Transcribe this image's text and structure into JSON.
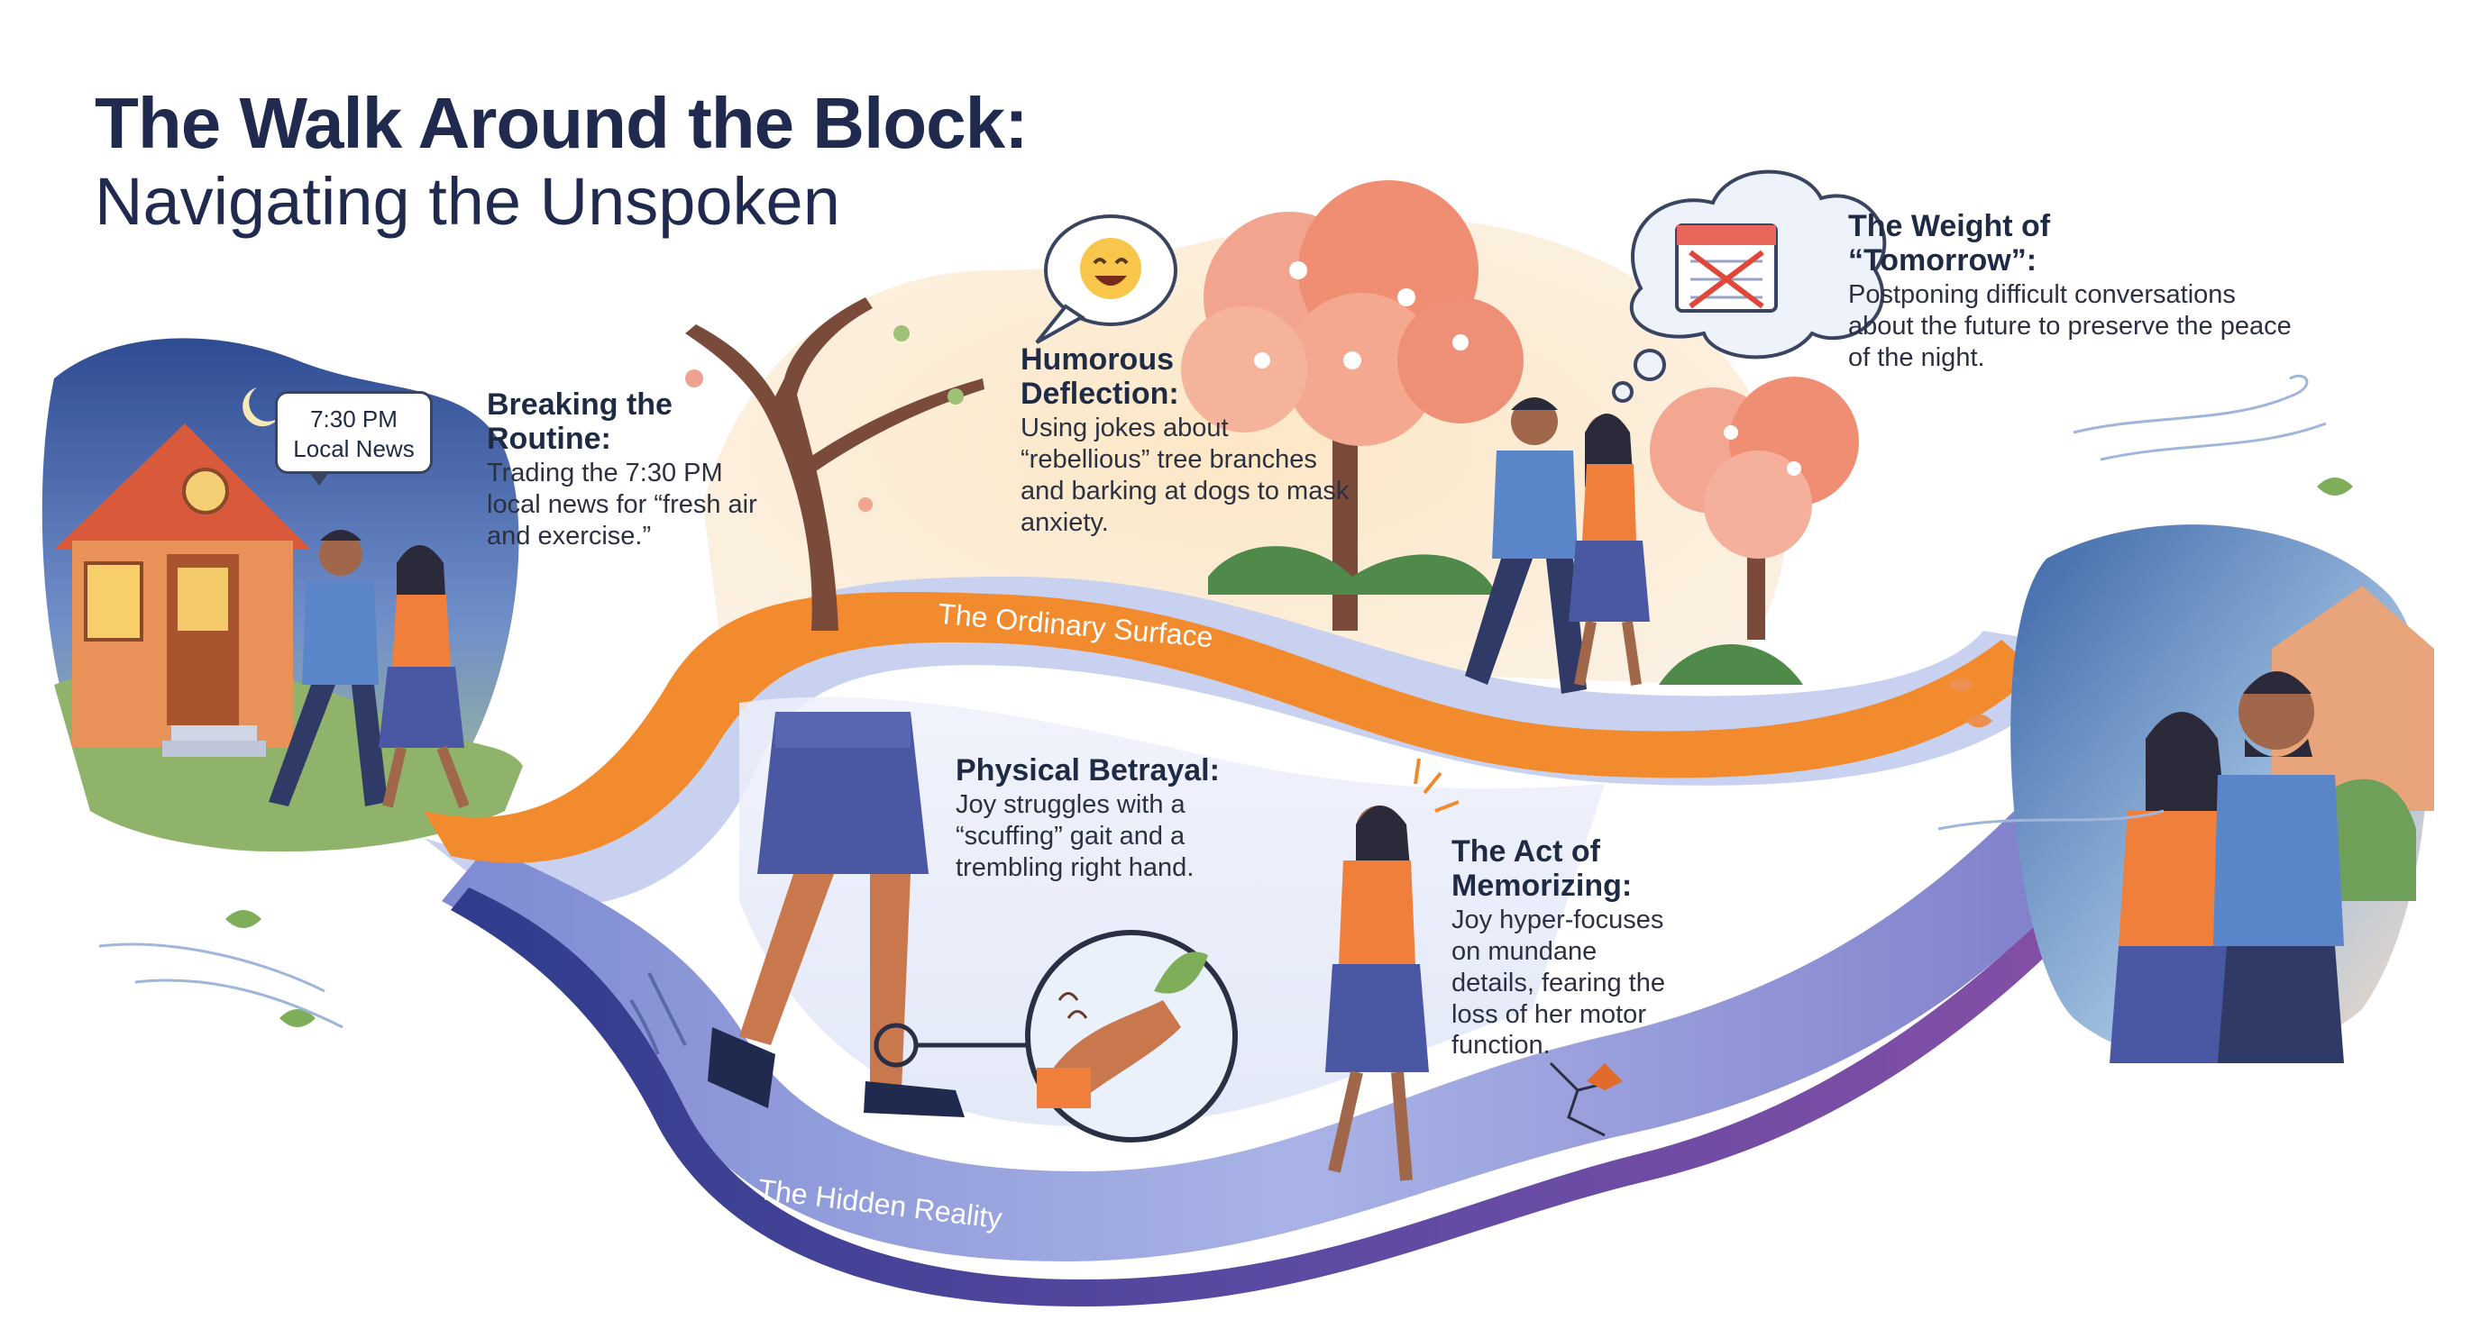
{
  "title": {
    "line1": "The Walk Around the Block:",
    "line2": "Navigating the Unspoken"
  },
  "sign": {
    "time": "7:30 PM",
    "program": "Local News"
  },
  "sections": {
    "routine": {
      "heading": "Breaking the Routine:",
      "body": "Trading the 7:30 PM local news for “fresh air and exercise.”"
    },
    "humor": {
      "heading": "Humorous Deflection:",
      "body": "Using jokes about “rebellious” tree branches and barking at dogs to mask anxiety."
    },
    "tomorrow": {
      "heading": "The Weight of “Tomorrow”:",
      "body": "Postponing difficult conversations about the future to preserve the peace of the night."
    },
    "betrayal": {
      "heading": "Physical Betrayal:",
      "body": "Joy struggles with a “scuffing” gait and a trembling right hand."
    },
    "memorizing": {
      "heading": "The Act of Memorizing:",
      "body": "Joy hyper-focuses on mundane details, fearing the loss of her motor function."
    }
  },
  "paths": {
    "surface": "The Ordinary Surface",
    "hidden": "The Hidden Reality"
  },
  "icons": {
    "laughing": "laughing-emoji-icon",
    "calendar": "crossed-out-calendar-icon",
    "moon": "crescent-moon-icon"
  },
  "colors": {
    "title": "#1f2a4e",
    "surface_band": "#f28a2e",
    "hidden_band": "#4b3a8e",
    "sky_warm": "#fbe7c8",
    "sky_cool": "#3f5fa8",
    "blossom": "#f2a48f",
    "shirt_blue": "#5a86c9",
    "shirt_orange": "#ef7f3a",
    "skirt": "#4a58a4"
  }
}
